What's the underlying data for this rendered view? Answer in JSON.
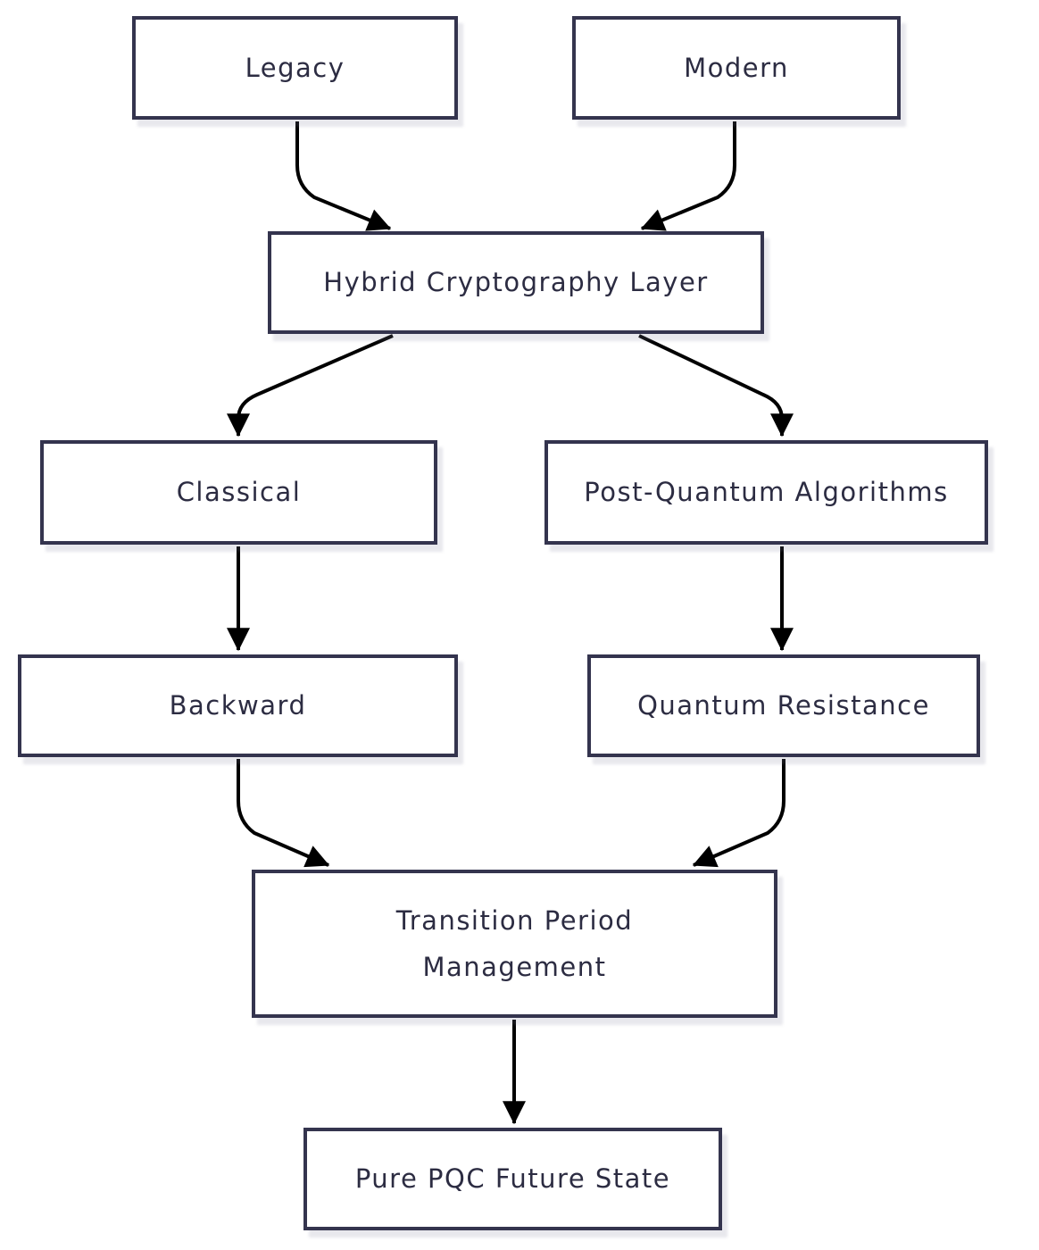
{
  "diagram": {
    "type": "flowchart",
    "direction": "top-down",
    "colors": {
      "background": "#ffffff",
      "node_fill": "#ffffff",
      "node_border": "#34344e",
      "node_text": "#2c2c42",
      "edge_stroke": "#000000"
    },
    "nodes": [
      {
        "id": "legacy",
        "label": "Legacy"
      },
      {
        "id": "modern",
        "label": "Modern"
      },
      {
        "id": "hybrid",
        "label": "Hybrid Cryptography Layer"
      },
      {
        "id": "classical",
        "label": "Classical"
      },
      {
        "id": "post-quantum",
        "label": "Post-Quantum Algorithms"
      },
      {
        "id": "backward",
        "label": "Backward"
      },
      {
        "id": "quantum-resistance",
        "label": "Quantum Resistance"
      },
      {
        "id": "transition",
        "label": "Transition Period Management"
      },
      {
        "id": "pure-pqc",
        "label": "Pure PQC Future State"
      }
    ],
    "edges": [
      {
        "from": "legacy",
        "to": "hybrid"
      },
      {
        "from": "modern",
        "to": "hybrid"
      },
      {
        "from": "hybrid",
        "to": "classical"
      },
      {
        "from": "hybrid",
        "to": "post-quantum"
      },
      {
        "from": "classical",
        "to": "backward"
      },
      {
        "from": "post-quantum",
        "to": "quantum-resistance"
      },
      {
        "from": "backward",
        "to": "transition"
      },
      {
        "from": "quantum-resistance",
        "to": "transition"
      },
      {
        "from": "transition",
        "to": "pure-pqc"
      }
    ]
  }
}
